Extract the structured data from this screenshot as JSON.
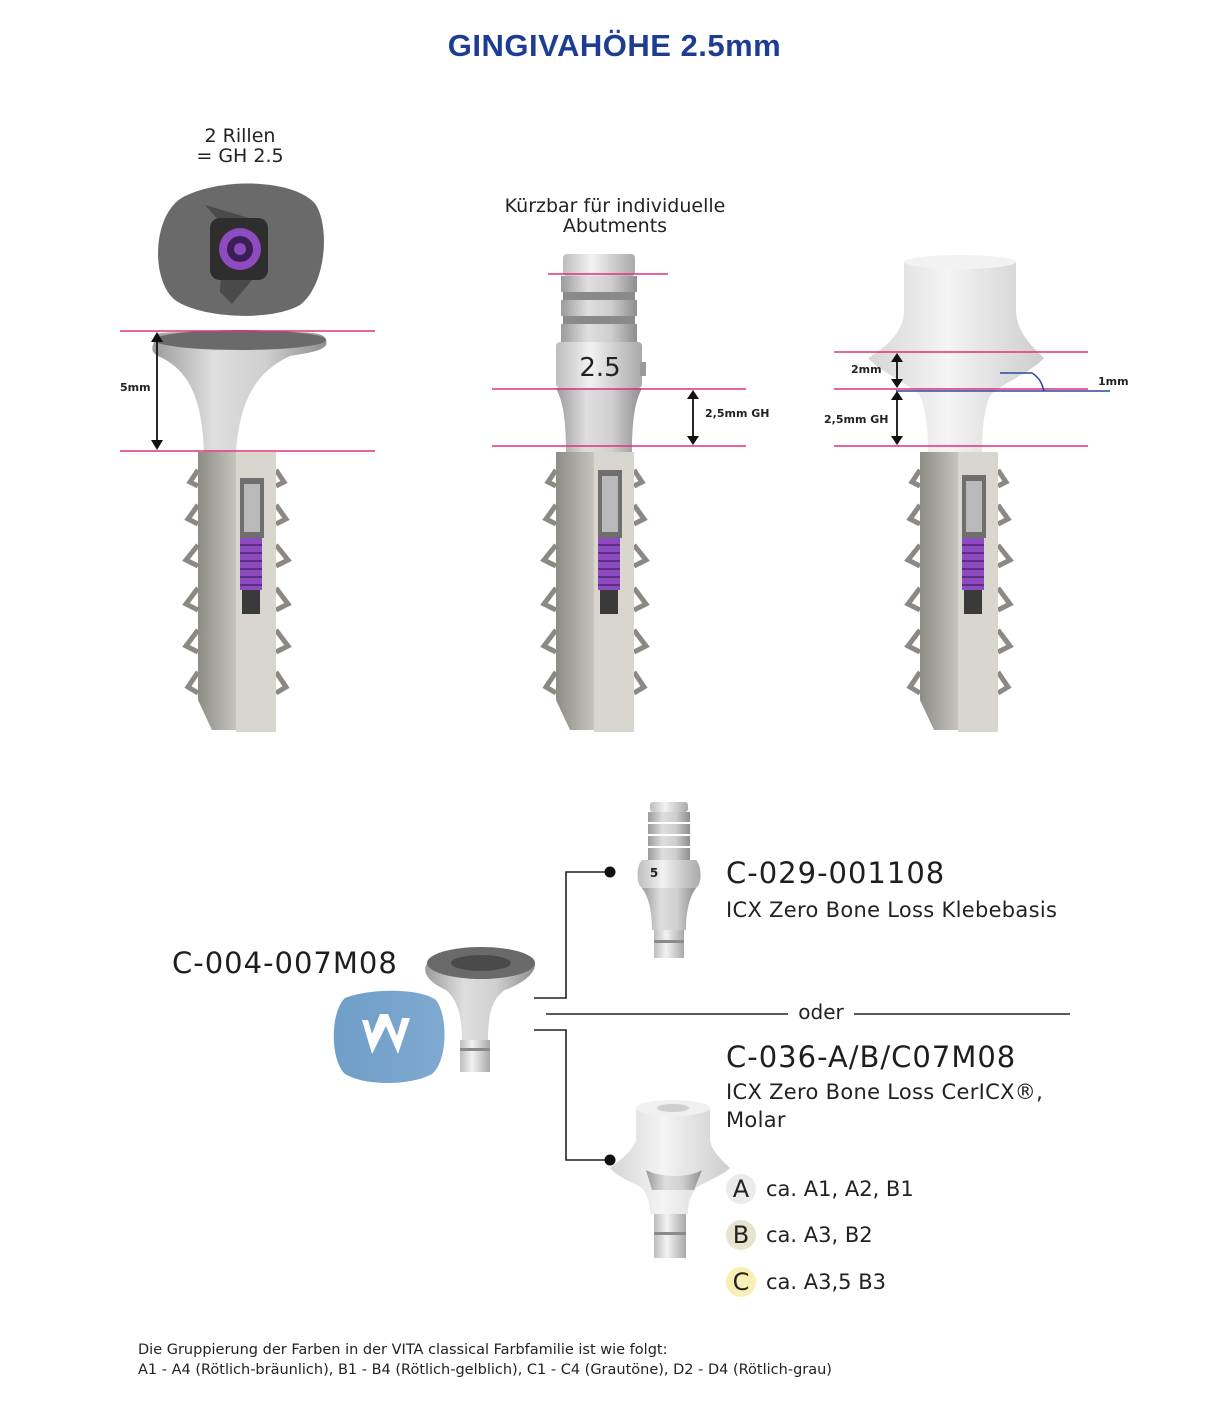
{
  "title": "GINGIVAHÖHE 2.5mm",
  "col1": {
    "note_line1": "2 Rillen",
    "note_line2": "= GH 2.5",
    "dim_label": "5mm"
  },
  "col2": {
    "note_line1": "Kürzbar für individuelle",
    "note_line2": "Abutments",
    "collar_number": "2.5",
    "dim_label": "2,5mm GH"
  },
  "col3": {
    "dim_upper": "2mm",
    "dim_side": "1mm",
    "dim_lower": "2,5mm GH"
  },
  "product_main": {
    "code": "C-004-007M08"
  },
  "product_a": {
    "code": "C-029-001108",
    "description": "ICX Zero Bone Loss Klebebasis",
    "collar_number": "5"
  },
  "separator": {
    "label": "oder"
  },
  "product_b": {
    "code": "C-036-A/B/C07M08",
    "description_line1": "ICX Zero Bone Loss CerICX®,",
    "description_line2": "Molar"
  },
  "shades": [
    {
      "letter": "A",
      "text": "ca. A1, A2, B1",
      "color": "#ebebeb"
    },
    {
      "letter": "B",
      "text": "ca. A3, B2",
      "color": "#e6e3cf"
    },
    {
      "letter": "C",
      "text": "ca. A3,5 B3",
      "color": "#f7efb5"
    }
  ],
  "footnote": {
    "line1": "Die Gruppierung der Farben in der VITA classical Farbfamilie ist wie folgt:",
    "line2": "A1 - A4 (Rötlich-bräunlich), B1 - B4 (Rötlich-gelblich), C1 - C4 (Grautöne), D2 - D4 (Rötlich-grau)"
  },
  "colors": {
    "title": "#1d3c93",
    "guide_line": "#e0307a",
    "blue_line": "#2b4a9a",
    "logo": "#6f9ec8",
    "thread": "#8e4bbf"
  }
}
